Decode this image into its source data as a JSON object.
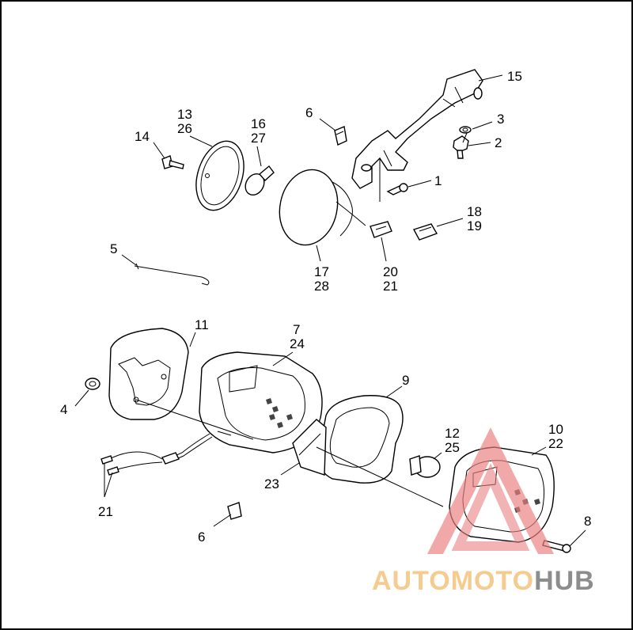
{
  "diagram": {
    "callouts": [
      {
        "id": "c15",
        "lines": [
          "15"
        ]
      },
      {
        "id": "c3",
        "lines": [
          "3"
        ]
      },
      {
        "id": "c2",
        "lines": [
          "2"
        ]
      },
      {
        "id": "c1",
        "lines": [
          "1"
        ]
      },
      {
        "id": "c6a",
        "lines": [
          "6"
        ]
      },
      {
        "id": "c13",
        "lines": [
          "13",
          "26"
        ]
      },
      {
        "id": "c14",
        "lines": [
          "14"
        ]
      },
      {
        "id": "c16",
        "lines": [
          "16",
          "27"
        ]
      },
      {
        "id": "c18",
        "lines": [
          "18",
          "19"
        ]
      },
      {
        "id": "c17",
        "lines": [
          "17",
          "28"
        ]
      },
      {
        "id": "c20",
        "lines": [
          "20",
          "21"
        ]
      },
      {
        "id": "c5",
        "lines": [
          "5"
        ]
      },
      {
        "id": "c11",
        "lines": [
          "11"
        ]
      },
      {
        "id": "c7",
        "lines": [
          "7",
          "24"
        ]
      },
      {
        "id": "c9",
        "lines": [
          "9"
        ]
      },
      {
        "id": "c4",
        "lines": [
          "4"
        ]
      },
      {
        "id": "c12",
        "lines": [
          "12",
          "25"
        ]
      },
      {
        "id": "c10",
        "lines": [
          "10",
          "22"
        ]
      },
      {
        "id": "c23",
        "lines": [
          "23"
        ]
      },
      {
        "id": "c21",
        "lines": [
          "21"
        ]
      },
      {
        "id": "c6b",
        "lines": [
          "6"
        ]
      },
      {
        "id": "c8",
        "lines": [
          "8"
        ]
      }
    ]
  },
  "watermark": {
    "brand_part1": "AUTOMOTO",
    "brand_part2": "HUB",
    "colors": {
      "triangle": "#e88080",
      "auto": "#f5c27a",
      "hub": "#7a7a7a"
    }
  },
  "colors": {
    "frame": "#000000",
    "background": "#ffffff"
  }
}
